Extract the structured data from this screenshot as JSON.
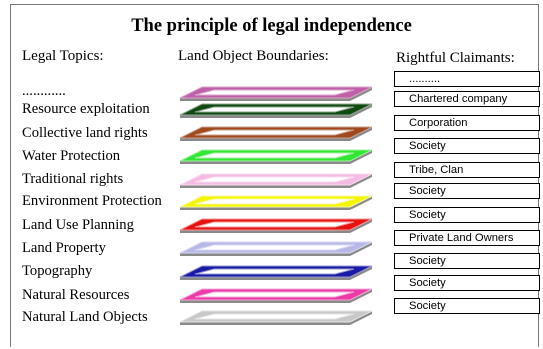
{
  "title": "The principle of legal independence",
  "headers": {
    "topics": "Legal Topics:",
    "boundaries": "Land Object Boundaries:",
    "claimants": "Rightful Claimants:"
  },
  "topics": [
    "............",
    "Resource exploitation",
    "Collective land rights",
    "Water Protection",
    "Traditional rights",
    "Environment Protection",
    "Land Use Planning",
    "Land Property",
    "Topography",
    "Natural Resources",
    "Natural Land Objects"
  ],
  "layers": [
    {
      "color": "#c060a8",
      "tone": "#d9a3cb"
    },
    {
      "color": "#0f4a12",
      "tone": "#8fa68f"
    },
    {
      "color": "#a0481e",
      "tone": "#c9a08c"
    },
    {
      "color": "#33e633",
      "tone": "#a3f0a3"
    },
    {
      "color": "#f4bce4",
      "tone": "#f8dcee"
    },
    {
      "color": "#f5f500",
      "tone": "#f8f8a8"
    },
    {
      "color": "#e81010",
      "tone": "#f29a9a"
    },
    {
      "color": "#b8b8e8",
      "tone": "#d8d8f0"
    },
    {
      "color": "#1a1aa8",
      "tone": "#9898d0"
    },
    {
      "color": "#ec3aa8",
      "tone": "#f5a8d6"
    },
    {
      "color": "#c8c8c8",
      "tone": "#e4e4e4"
    }
  ],
  "claimants": [
    "..........",
    "Chartered company",
    "Corporation",
    "Society",
    "Tribe, Clan",
    "Society",
    "Society",
    "Private Land Owners",
    "Society",
    "Society",
    "Society"
  ]
}
